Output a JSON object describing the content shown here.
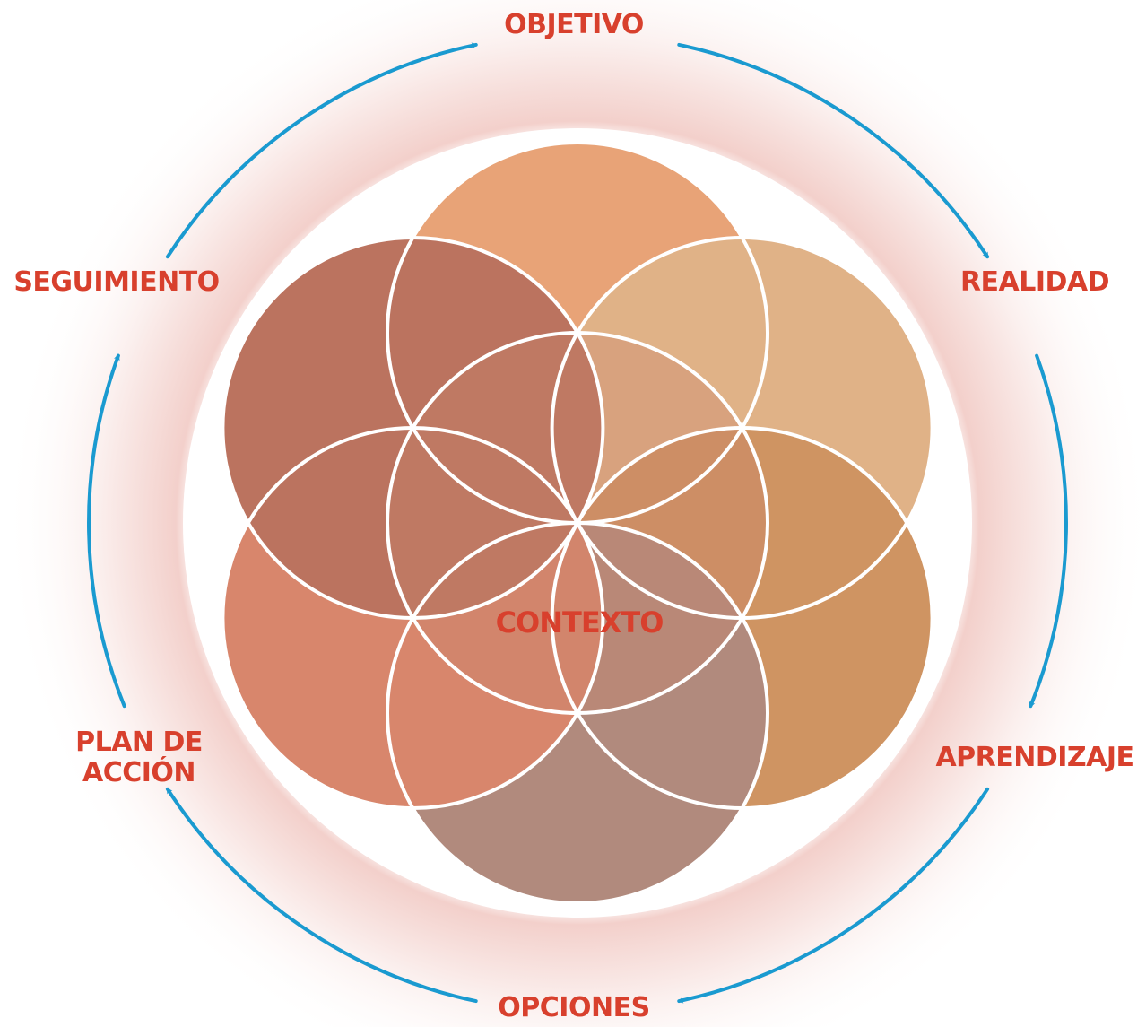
{
  "colors": {
    "label": "#d8402d",
    "arrow": "#1a9ad0",
    "halo": "#e9a9a0",
    "inner_disc": "#ffffff",
    "petal_stroke": "#ffffff",
    "petals": {
      "top": "#e8a377",
      "top_right": "#e0b287",
      "bottom_right": "#cf9462",
      "bottom": "#b18a7d",
      "bottom_left": "#d8866c",
      "top_left": "#bb735f",
      "center": "#c8836d"
    }
  },
  "center": {
    "label": "CONTEXTO"
  },
  "cycle_labels": {
    "objetivo": "OBJETIVO",
    "realidad": "REALIDAD",
    "aprendizaje": "APRENDIZAJE",
    "opciones": "OPCIONES",
    "plan_line1": "PLAN DE",
    "plan_line2": "ACCIÓN",
    "seguimiento": "SEGUIMIENTO"
  }
}
